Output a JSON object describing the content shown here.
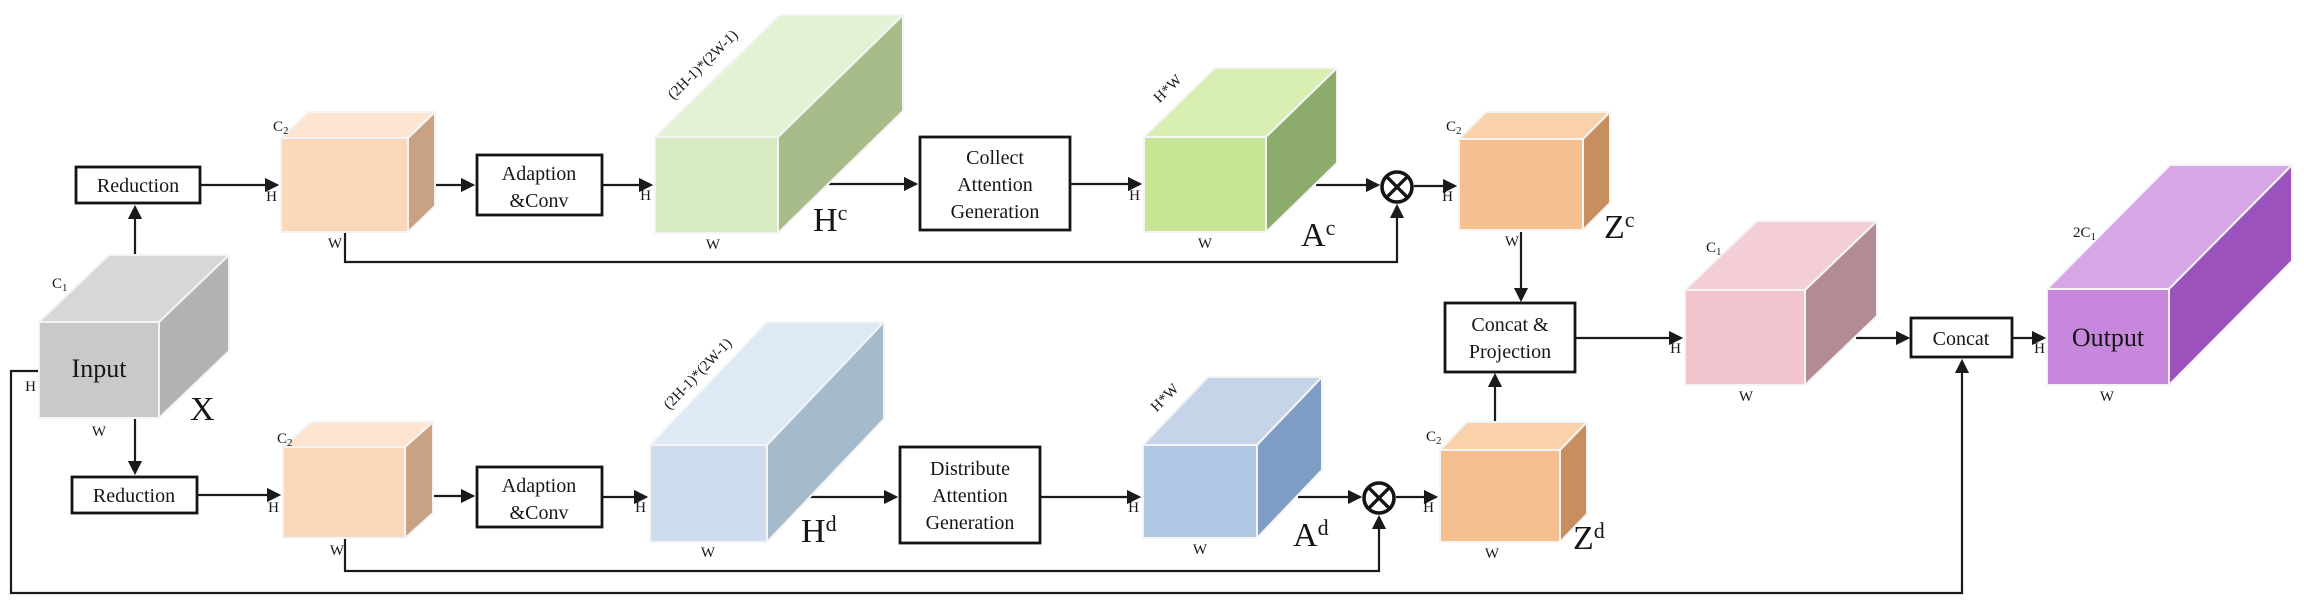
{
  "figure": {
    "type": "architecture-diagram",
    "description": "Dual-branch (collect / distribute) attention module with input reduction, adaption-conv, attention generation, matrix multiplication, concat-projection and output concat skip connection"
  },
  "colors": {
    "line": "#1a1a1a",
    "box_background": "#ffffff",
    "input": {
      "front": "#c9c9c9",
      "top": "#d7d7d7",
      "side": "#b2b2b2"
    },
    "peach": {
      "front": "#fcd8bb",
      "top": "#fde5d1",
      "side": "#c9a183"
    },
    "green_long": {
      "front": "#d9ebc3",
      "top": "#e5f1d3",
      "side": "#a8bc8a"
    },
    "green_cube": {
      "front": "#c7e695",
      "top": "#d9efb2",
      "side": "#8dab6b"
    },
    "orange": {
      "front": "#f6bf8f",
      "top": "#f9d1ab",
      "side": "#c78f60"
    },
    "blue_long": {
      "front": "#cedded",
      "top": "#dde9f5",
      "side": "#a5bacb"
    },
    "blue_cube": {
      "front": "#aec7e2",
      "top": "#c5d4e8",
      "side": "#7f9dc4"
    },
    "pink": {
      "front": "#f2c4ce",
      "top": "#f4ced7",
      "side": "#b28b93"
    },
    "purple": {
      "front": "#c687dc",
      "top": "#d7a6e7",
      "side": "#9b52bd"
    }
  },
  "boxes": {
    "reduction_top": "Reduction",
    "reduction_bottom": "Reduction",
    "adaption_top": {
      "l1": "Adaption",
      "l2": "&Conv"
    },
    "adaption_bottom": {
      "l1": "Adaption",
      "l2": "&Conv"
    },
    "collect": {
      "l1": "Collect",
      "l2": "Attention",
      "l3": "Generation"
    },
    "distribute": {
      "l1": "Distribute",
      "l2": "Attention",
      "l3": "Generation"
    },
    "concat_projection": {
      "l1": "Concat &",
      "l2": "Projection"
    },
    "concat": "Concat"
  },
  "tensors": {
    "input": {
      "label": "Input",
      "symbol": "X",
      "c": "C",
      "c_sub": "1",
      "h": "H",
      "w": "W"
    },
    "reduced_top": {
      "c": "C",
      "c_sub": "2",
      "h": "H",
      "w": "W"
    },
    "reduced_bottom": {
      "c": "C",
      "c_sub": "2",
      "h": "H",
      "w": "W"
    },
    "hc": {
      "sym": "H",
      "sym_sup": "c",
      "depth": "(2H-1)*(2W-1)",
      "h": "H",
      "w": "W"
    },
    "ac": {
      "sym": "A",
      "sym_sup": "c",
      "depth": "H*W",
      "h": "H",
      "w": "W"
    },
    "zc": {
      "sym": "Z",
      "sym_sup": "c",
      "c": "C",
      "c_sub": "2",
      "h": "H",
      "w": "W"
    },
    "hd": {
      "sym": "H",
      "sym_sup": "d",
      "depth": "(2H-1)*(2W-1)",
      "h": "H",
      "w": "W"
    },
    "ad": {
      "sym": "A",
      "sym_sup": "d",
      "depth": "H*W",
      "h": "H",
      "w": "W"
    },
    "zd": {
      "sym": "Z",
      "sym_sup": "d",
      "c": "C",
      "c_sub": "2",
      "h": "H",
      "w": "W"
    },
    "fused": {
      "c": "C",
      "c_sub": "1",
      "h": "H",
      "w": "W"
    },
    "output": {
      "label": "Output",
      "c": "2C",
      "c_sub": "1",
      "h": "H",
      "w": "W"
    }
  },
  "icons": {
    "multiply_top": "circled-times",
    "multiply_bottom": "circled-times"
  }
}
